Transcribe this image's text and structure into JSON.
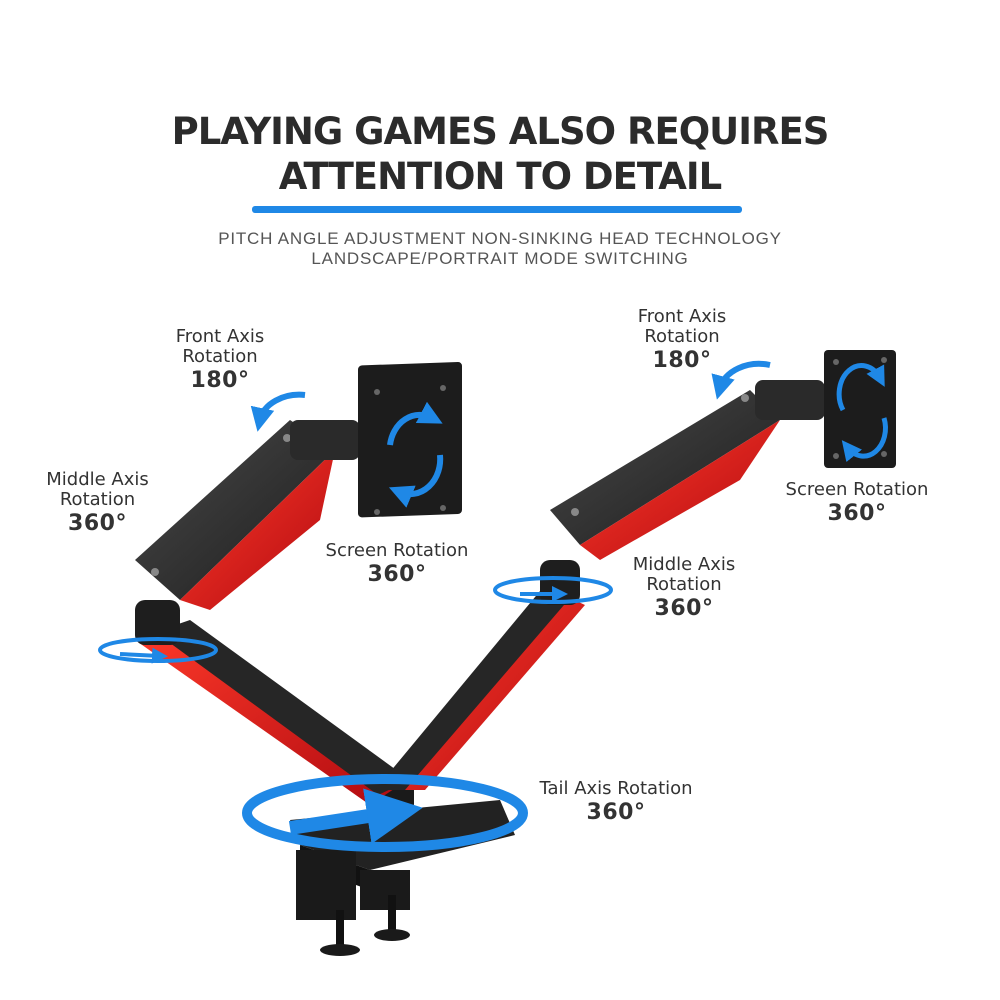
{
  "headline": {
    "line1": "PLAYING GAMES ALSO REQUIRES",
    "line2": "ATTENTION TO DETAIL"
  },
  "subtitle": {
    "line1": "PITCH ANGLE ADJUSTMENT  NON-SINKING HEAD TECHNOLOGY",
    "line2": "LANDSCAPE/PORTRAIT MODE SWITCHING"
  },
  "callouts": {
    "left_front": {
      "line1": "Front Axis",
      "line2": "Rotation",
      "degrees": "180°"
    },
    "left_middle": {
      "line1": "Middle Axis",
      "line2": "Rotation",
      "degrees": "360°"
    },
    "left_screen": {
      "line1": "Screen Rotation",
      "degrees": "360°"
    },
    "right_front": {
      "line1": "Front Axis",
      "line2": "Rotation",
      "degrees": "180°"
    },
    "right_screen": {
      "line1": "Screen Rotation",
      "degrees": "360°"
    },
    "right_middle": {
      "line1": "Middle Axis",
      "line2": "Rotation",
      "degrees": "360°"
    },
    "tail": {
      "line1": "Tail Axis Rotation",
      "degrees": "360°"
    }
  },
  "colors": {
    "accent_blue": "#1f88e6",
    "arm_dark": "#2a2a2a",
    "arm_red": "#d8141a",
    "text": "#2b2b2b"
  }
}
